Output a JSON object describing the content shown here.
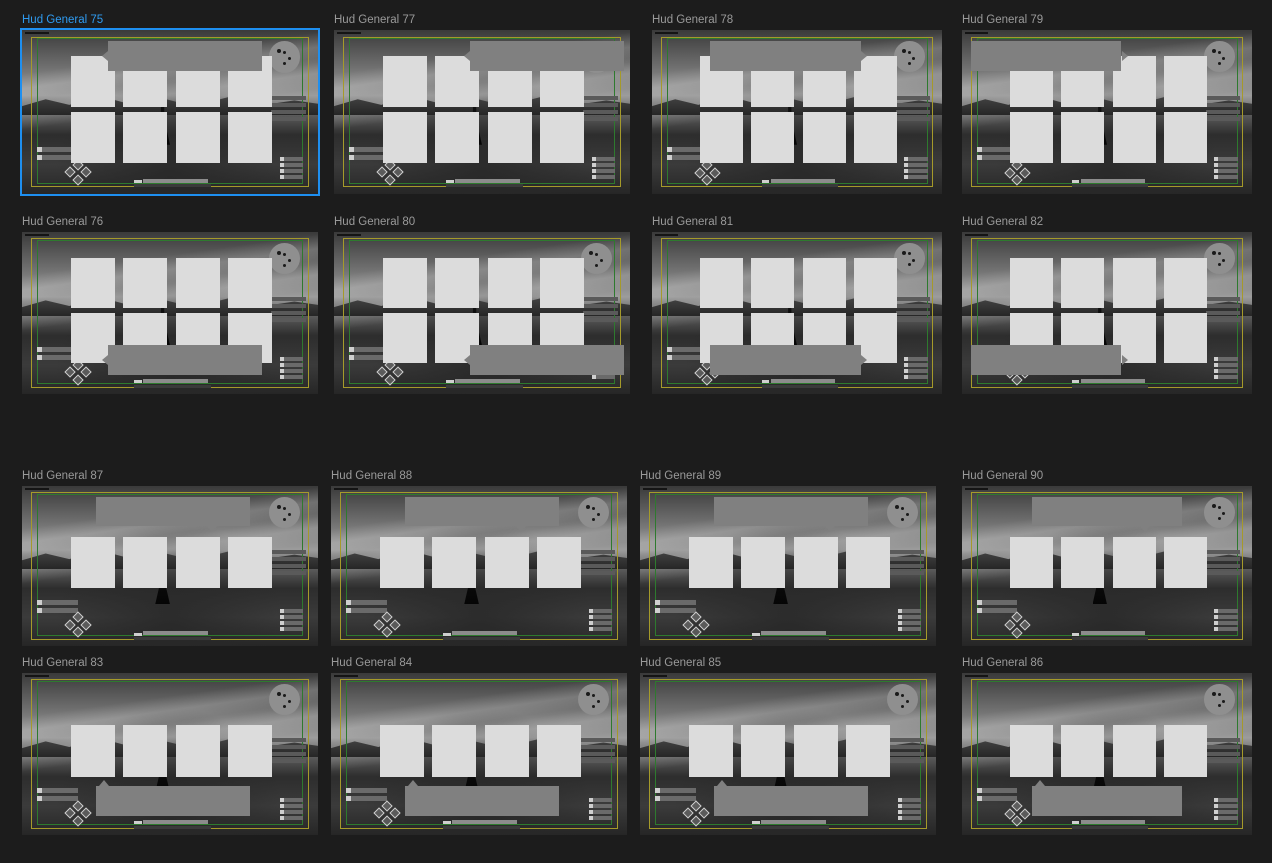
{
  "canvas": {
    "background": "#1c1c1c",
    "selection_color": "#1e8ff0",
    "label_color": "#9a9a9a"
  },
  "frames": [
    {
      "label": "Hud General 75",
      "selected": true
    },
    {
      "label": "Hud General 77",
      "selected": false
    },
    {
      "label": "Hud General 78",
      "selected": false
    },
    {
      "label": "Hud General 79",
      "selected": false
    },
    {
      "label": "Hud General 76",
      "selected": false
    },
    {
      "label": "Hud General 80",
      "selected": false
    },
    {
      "label": "Hud General 81",
      "selected": false
    },
    {
      "label": "Hud General 82",
      "selected": false
    },
    {
      "label": "Hud General 87",
      "selected": false
    },
    {
      "label": "Hud General 88",
      "selected": false
    },
    {
      "label": "Hud General 89",
      "selected": false
    },
    {
      "label": "Hud General 90",
      "selected": false
    },
    {
      "label": "Hud General 83",
      "selected": false
    },
    {
      "label": "Hud General 84",
      "selected": false
    },
    {
      "label": "Hud General 85",
      "selected": false
    },
    {
      "label": "Hud General 86",
      "selected": false
    }
  ]
}
